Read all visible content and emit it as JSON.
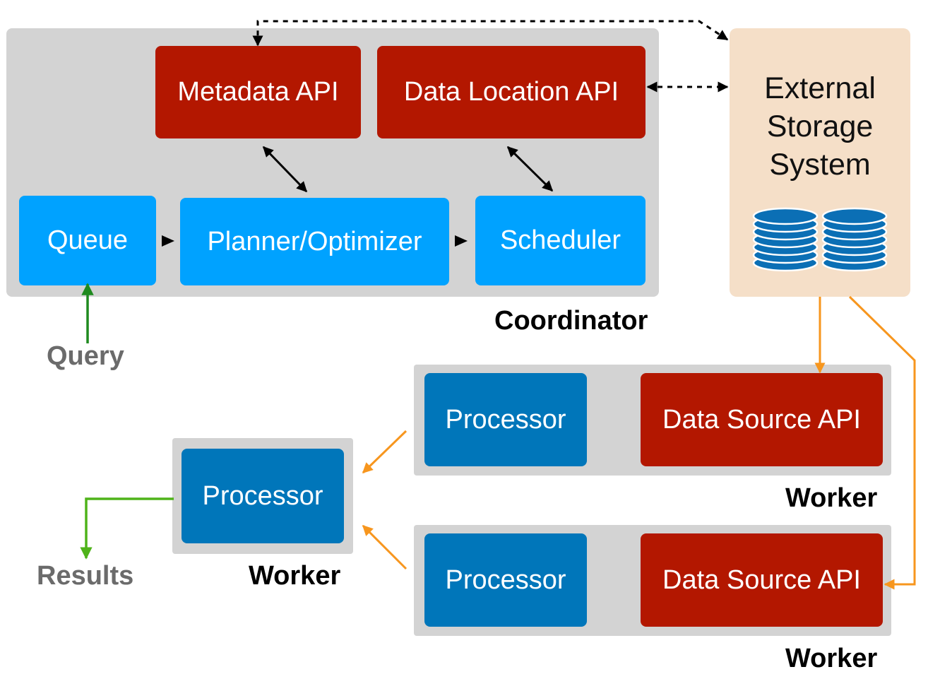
{
  "coordinator": {
    "label": "Coordinator",
    "metadata_api": "Metadata API",
    "data_location_api": "Data Location API",
    "queue": "Queue",
    "planner": "Planner/Optimizer",
    "scheduler": "Scheduler"
  },
  "storage": {
    "label": "External\nStorage\nSystem",
    "icon": "database-icon"
  },
  "query_label": "Query",
  "results_label": "Results",
  "worker_top": {
    "processor": "Processor",
    "data_source_api": "Data Source API",
    "label": "Worker"
  },
  "worker_bottom": {
    "processor": "Processor",
    "data_source_api": "Data Source API",
    "label": "Worker"
  },
  "worker_left": {
    "processor": "Processor",
    "label": "Worker"
  },
  "colors": {
    "api_red": "#b31700",
    "coordinator_cyan": "#00a2ff",
    "processor_blue": "#0076ba",
    "panel_gray": "#d3d3d3",
    "storage_beige": "#f5dfc8",
    "orange_arrow": "#f7961e",
    "green_arrow": "#1f8a1f"
  }
}
